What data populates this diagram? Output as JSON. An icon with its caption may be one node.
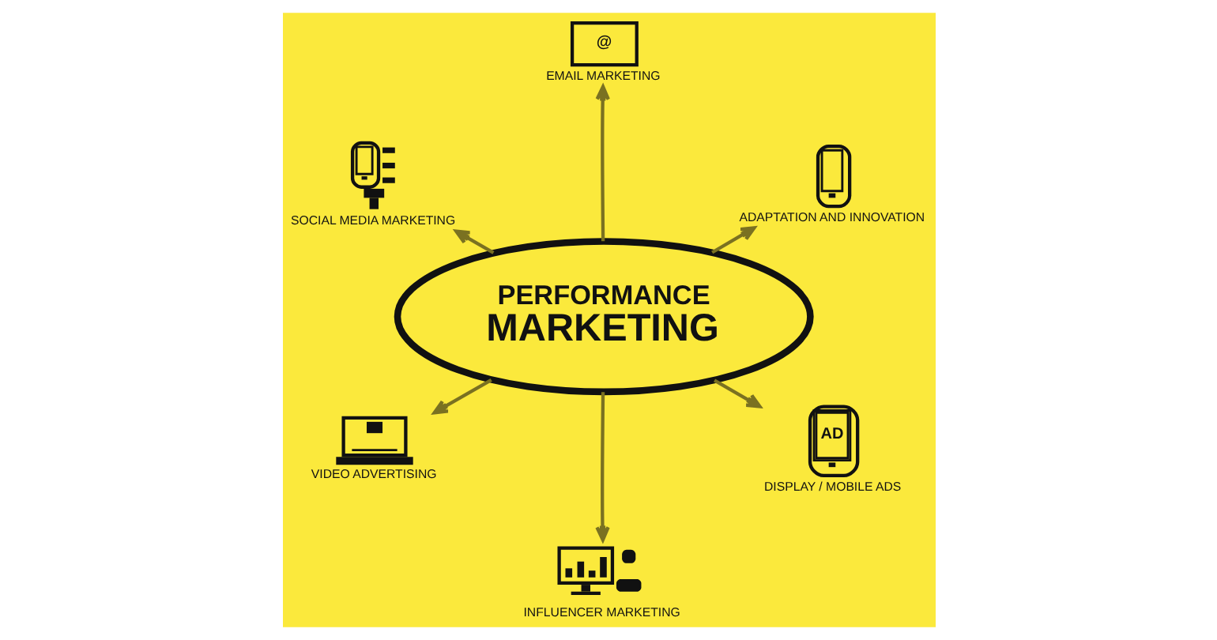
{
  "diagram": {
    "nodes": [
      {
        "text": [
          "PERFORMANCE",
          "MARKETING"
        ]
      },
      {
        "text": [],
        "shape": "picture",
        "beside": [
          "SOCIAL MEDIA MARKETING"
        ]
      },
      {
        "text": [
          "@"
        ],
        "beside": [
          "EMAIL MARKETING"
        ]
      },
      {
        "text": [],
        "shape": "picture",
        "beside": [
          "VIDEO ADVERTISING"
        ]
      },
      {
        "text": [],
        "shape": "picture",
        "beside": [
          "ADAPTATION AND INNOVATION"
        ]
      },
      {
        "text": [],
        "shape": "picture",
        "beside": [
          "INFLUENCER MARKETING"
        ]
      },
      {
        "text": [
          "AD"
        ],
        "beside": [
          "DISPLAY / MOBILE ADS"
        ]
      }
    ],
    "edges": [
      {
        "from": 0,
        "to": 1,
        "arrow": "to"
      },
      {
        "from": 0,
        "to": 2,
        "arrow": "to"
      },
      {
        "from": 0,
        "to": 3,
        "arrow": "to"
      },
      {
        "from": 0,
        "to": 4,
        "arrow": "to"
      },
      {
        "from": 0,
        "to": 5,
        "arrow": "to"
      },
      {
        "from": 0,
        "to": 6,
        "arrow": "to"
      }
    ]
  }
}
